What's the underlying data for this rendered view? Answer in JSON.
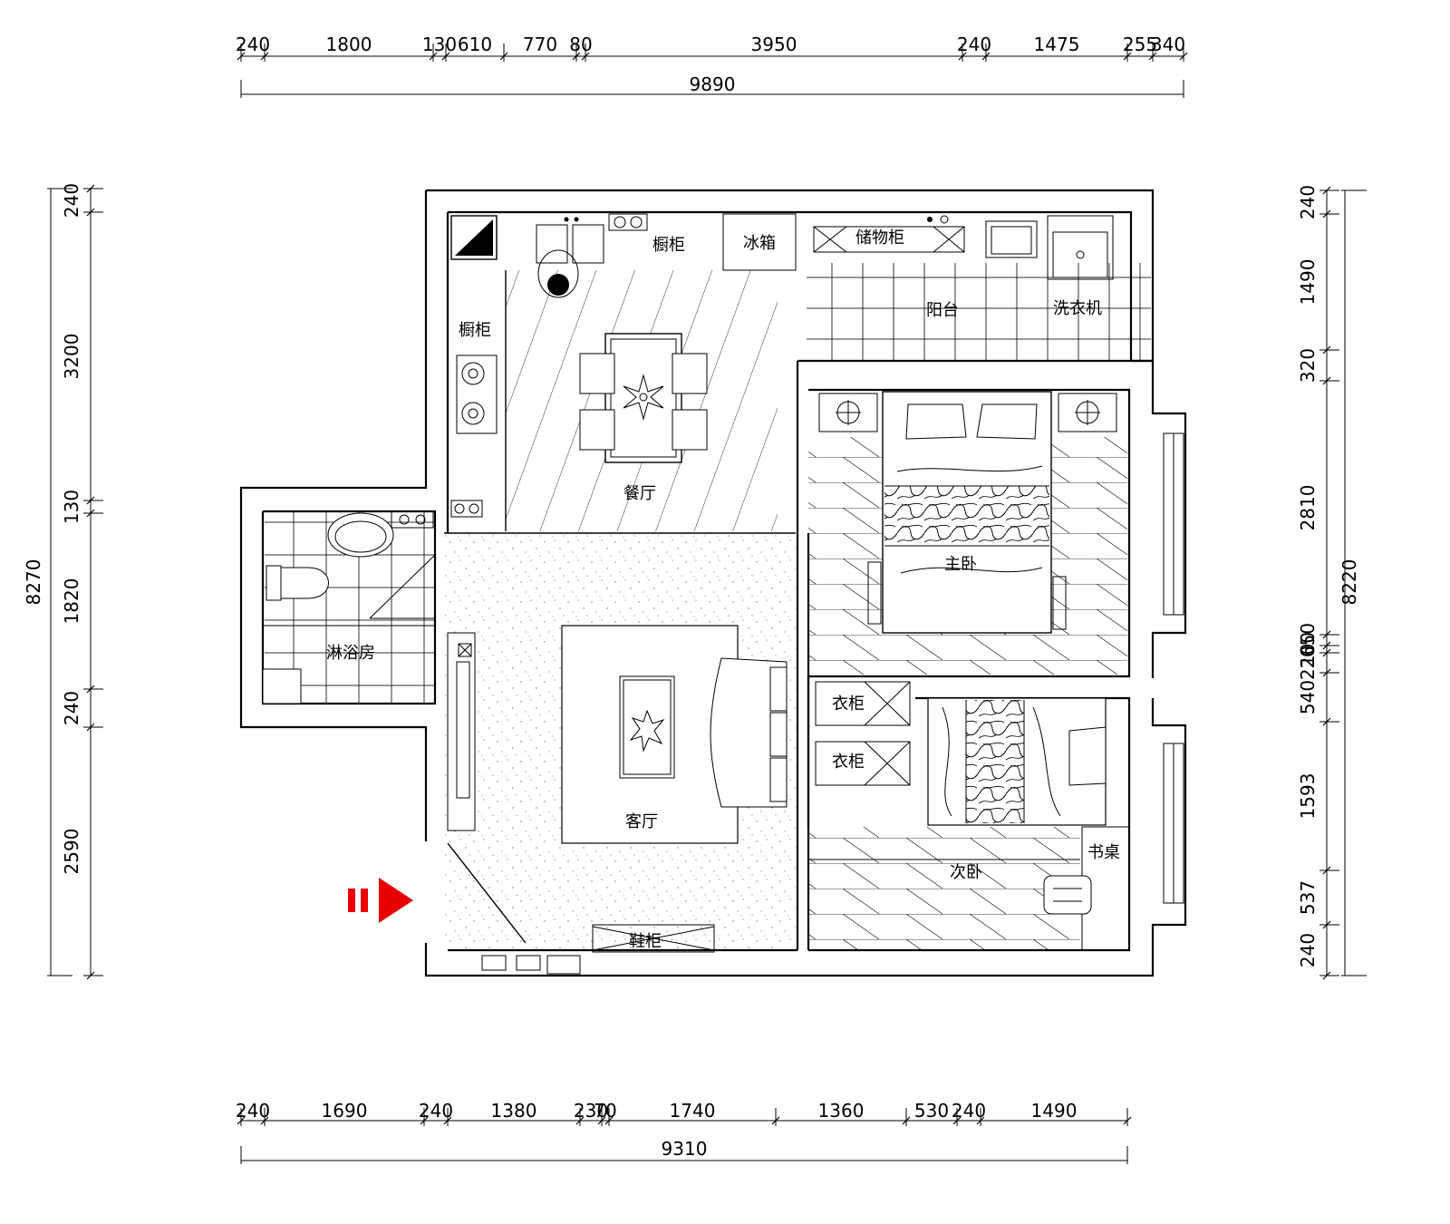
{
  "dimensions": {
    "top_segments": [
      "240",
      "1800",
      "130",
      "610",
      "770",
      "80",
      "3950",
      "240",
      "1475",
      "255",
      "340"
    ],
    "top_total": "9890",
    "bottom_segments": [
      "240",
      "1690",
      "240",
      "1380",
      "230",
      "70",
      "1740",
      "1360",
      "530",
      "240",
      "1490"
    ],
    "bottom_total": "9310",
    "left_segments": [
      "240",
      "3200",
      "130",
      "1820",
      "240",
      "2590"
    ],
    "left_total": "8270",
    "right_segments": [
      "240",
      "1490",
      "320",
      "2810",
      "650",
      "100",
      "220",
      "540",
      "1593",
      "537",
      "240"
    ],
    "right_total": "8220"
  },
  "rooms": {
    "cabinet_top": "橱柜",
    "fridge": "冰箱",
    "storage": "储物柜",
    "balcony": "阳台",
    "washer": "洗衣机",
    "cabinet_left": "橱柜",
    "dining": "餐厅",
    "master_bedroom": "主卧",
    "shower": "淋浴房",
    "wardrobe_1": "衣柜",
    "wardrobe_2": "衣柜",
    "living": "客厅",
    "desk": "书桌",
    "second_bedroom": "次卧",
    "shoe_cabinet": "鞋柜"
  },
  "colors": {
    "line": "#000000",
    "entrance_arrow": "#e60000"
  }
}
